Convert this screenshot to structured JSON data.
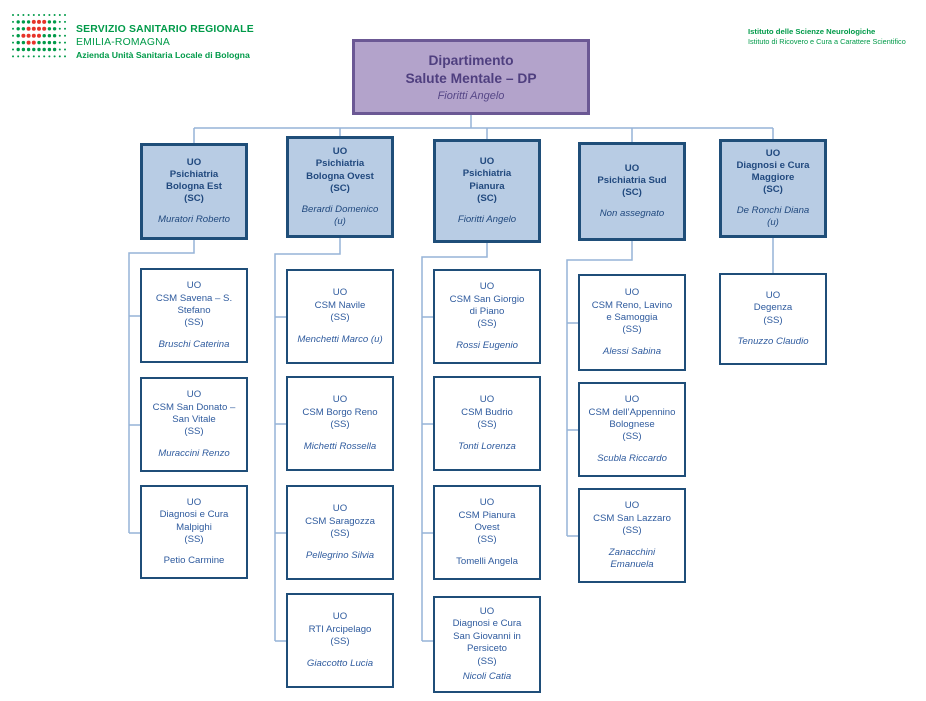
{
  "header": {
    "service_line1": "SERVIZIO SANITARIO REGIONALE",
    "service_line2": "EMILIA-ROMAGNA",
    "service_line3": "Azienda Unità Sanitaria Locale di Bologna",
    "institute_line1": "Istituto delle Scienze Neurologiche",
    "institute_line2": "Istituto di Ricovero e Cura a Carattere Scientifico"
  },
  "root": {
    "title": "Dipartimento\nSalute Mentale – DP",
    "leader": "Fioritti Angelo"
  },
  "columns": [
    {
      "parent": {
        "title": "UO\nPsichiatria\nBologna Est\n(SC)",
        "leader": "Muratori Roberto"
      },
      "children": [
        {
          "title": "UO\nCSM Savena – S.\nStefano\n(SS)",
          "leader": "Bruschi Caterina"
        },
        {
          "title": "UO\nCSM San Donato –\nSan Vitale\n(SS)",
          "leader": "Muraccini Renzo"
        },
        {
          "title": "UO\nDiagnosi e Cura\nMalpighi\n(SS)",
          "leader": "Petio Carmine"
        }
      ]
    },
    {
      "parent": {
        "title": "UO\nPsichiatria\nBologna Ovest\n(SC)",
        "leader": "Berardi Domenico\n(u)"
      },
      "children": [
        {
          "title": "UO\nCSM Navile\n(SS)",
          "leader": "Menchetti Marco (u)"
        },
        {
          "title": "UO\nCSM Borgo Reno\n(SS)",
          "leader": "Michetti Rossella"
        },
        {
          "title": "UO\nCSM Saragozza\n(SS)",
          "leader": "Pellegrino Silvia"
        },
        {
          "title": "UO\nRTI Arcipelago\n(SS)",
          "leader": "Giaccotto Lucia"
        }
      ]
    },
    {
      "parent": {
        "title": "UO\nPsichiatria\nPianura\n(SC)",
        "leader": "Fioritti Angelo"
      },
      "children": [
        {
          "title": "UO\nCSM San Giorgio\ndi Piano\n(SS)",
          "leader": "Rossi Eugenio"
        },
        {
          "title": "UO\nCSM Budrio\n(SS)",
          "leader": "Tonti Lorenza"
        },
        {
          "title": "UO\nCSM Pianura\nOvest\n(SS)",
          "leader": "Tomelli Angela"
        },
        {
          "title": "UO\nDiagnosi e Cura\nSan Giovanni in\nPersiceto\n(SS)",
          "leader": "Nicoli Catia"
        }
      ]
    },
    {
      "parent": {
        "title": "UO\nPsichiatria Sud\n(SC)",
        "leader": "Non assegnato"
      },
      "children": [
        {
          "title": "UO\nCSM Reno, Lavino\ne Samoggia\n(SS)",
          "leader": "Alessi Sabina"
        },
        {
          "title": "UO\nCSM dell’Appennino\nBolognese\n(SS)",
          "leader": "Scubla Riccardo"
        },
        {
          "title": "UO\nCSM San Lazzaro\n(SS)",
          "leader": "Zanacchini\nEmanuela"
        }
      ]
    },
    {
      "parent": {
        "title": "UO\nDiagnosi e Cura\nMaggiore\n(SC)",
        "leader": "De Ronchi Diana\n(u)"
      },
      "children": [
        {
          "title": "UO\nDegenza\n(SS)",
          "leader": "Tenuzzo Claudio"
        }
      ]
    }
  ],
  "colors": {
    "accent_navy": "#1F4E79",
    "box_fill_blue": "#B8CCE4",
    "box_fill_purple": "#B3A3CB",
    "purple_border": "#6B5894",
    "connector": "#95B3D7",
    "brand_green": "#009A49",
    "brand_red": "#E63329",
    "text_blue": "#2F5B9E"
  }
}
